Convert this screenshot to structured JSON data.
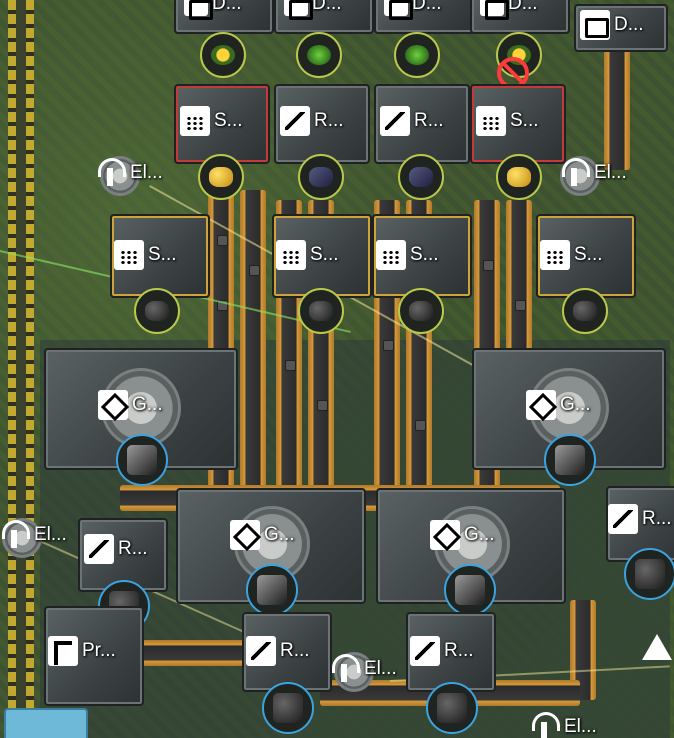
{
  "structures": {
    "top_row": [
      {
        "name": "D...",
        "icon": "truck-icon"
      },
      {
        "name": "D...",
        "icon": "truck-icon"
      },
      {
        "name": "D...",
        "icon": "truck-icon"
      },
      {
        "name": "D...",
        "icon": "truck-icon"
      },
      {
        "name": "D...",
        "icon": "truck-icon"
      }
    ],
    "sifters_row1": [
      {
        "name": "S...",
        "icon": "sifter-icon"
      },
      {
        "name": "R...",
        "icon": "refinery-icon"
      },
      {
        "name": "R...",
        "icon": "refinery-icon"
      },
      {
        "name": "S...",
        "icon": "sifter-icon"
      }
    ],
    "sifters_row2": [
      {
        "name": "S...",
        "icon": "sifter-icon"
      },
      {
        "name": "S...",
        "icon": "sifter-icon"
      },
      {
        "name": "S...",
        "icon": "sifter-icon"
      },
      {
        "name": "S...",
        "icon": "sifter-icon"
      }
    ],
    "grinders": [
      {
        "name": "G..."
      },
      {
        "name": "G..."
      },
      {
        "name": "G..."
      },
      {
        "name": "G..."
      }
    ],
    "refineries_lower": [
      {
        "name": "R..."
      },
      {
        "name": "R..."
      },
      {
        "name": "R..."
      },
      {
        "name": "R..."
      }
    ],
    "antennas": [
      {
        "name": "El..."
      },
      {
        "name": "El..."
      },
      {
        "name": "El..."
      },
      {
        "name": "El..."
      },
      {
        "name": "El..."
      }
    ],
    "press": {
      "name": "Pr..."
    }
  },
  "colors": {
    "selection_outline": "#b9c94a",
    "product_outline": "#3aa3e0",
    "warning": "#e03a3a",
    "belt": "#d89a3a"
  }
}
